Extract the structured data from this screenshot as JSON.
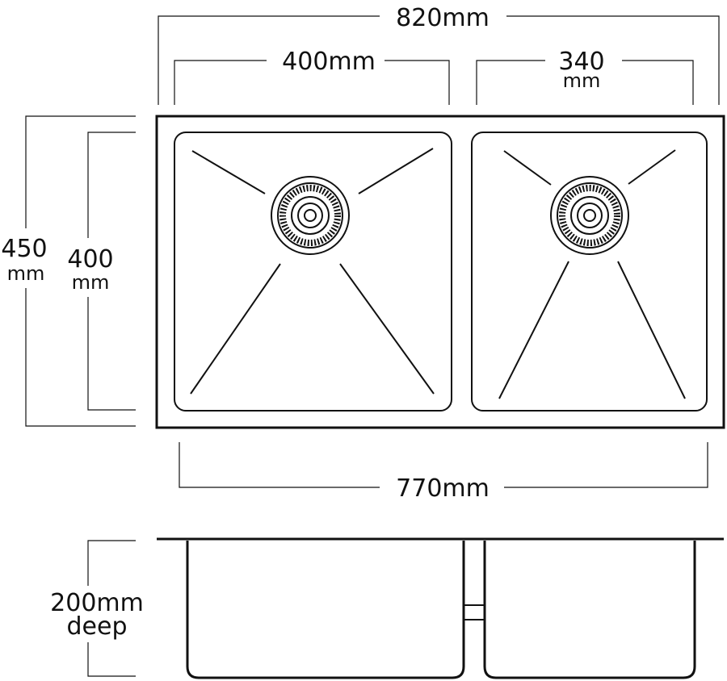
{
  "labels": {
    "overall_width": "820mm",
    "left_bowl_width": "400mm",
    "right_bowl_width_num": "340",
    "right_bowl_width_unit": "mm",
    "overall_depth_num": "450",
    "overall_depth_unit": "mm",
    "bowl_depth_num": "400",
    "bowl_depth_unit": "mm",
    "bottom_width": "770mm",
    "bowl_height": "200mm",
    "bowl_height_note": "deep"
  },
  "colors": {
    "line": "#111111",
    "background": "#ffffff"
  }
}
